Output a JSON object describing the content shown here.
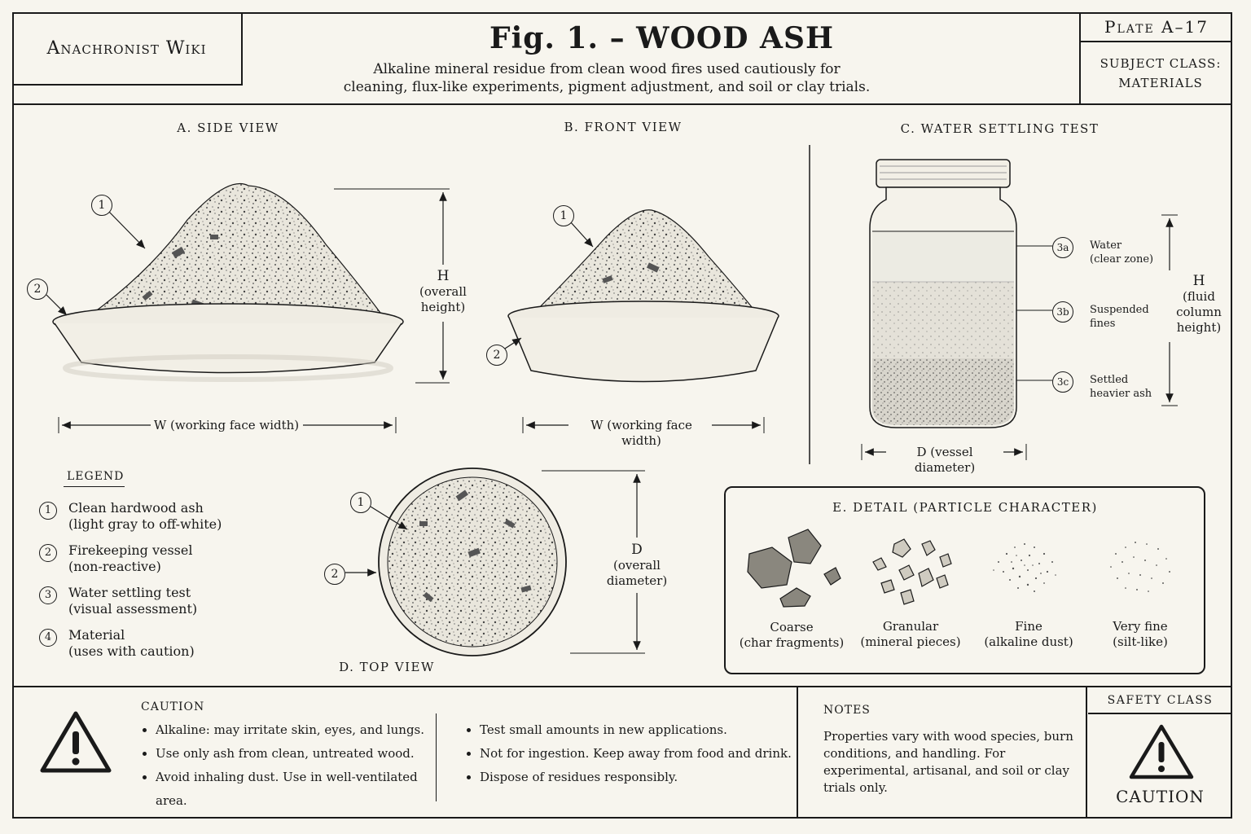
{
  "header": {
    "brand": "Anachronist Wiki",
    "title": "Fig. 1. – WOOD ASH",
    "subtitle_line1": "Alkaline mineral residue from clean wood fires used cautiously for",
    "subtitle_line2": "cleaning, flux-like experiments, pigment adjustment, and soil or clay trials.",
    "plate": "Plate A–17",
    "subject_line1": "SUBJECT CLASS:",
    "subject_line2": "MATERIALS"
  },
  "views": {
    "side": {
      "label": "A. SIDE VIEW",
      "callouts": [
        "1",
        "2"
      ],
      "dim_h": "H",
      "dim_h_note1": "(overall",
      "dim_h_note2": "height)",
      "dim_w": "W (working face width)"
    },
    "front": {
      "label": "B. FRONT VIEW",
      "callouts": [
        "1",
        "2"
      ],
      "dim_w": "W (working face width)"
    },
    "settling": {
      "label": "C. WATER SETTLING TEST",
      "callouts": [
        {
          "id": "3a",
          "line1": "Water",
          "line2": "(clear zone)"
        },
        {
          "id": "3b",
          "line1": "Suspended",
          "line2": "fines"
        },
        {
          "id": "3c",
          "line1": "Settled",
          "line2": "heavier ash"
        }
      ],
      "dim_h": "H",
      "dim_h_note1": "(fluid",
      "dim_h_note2": "column",
      "dim_h_note3": "height)",
      "dim_d": "D (vessel diameter)"
    },
    "top": {
      "label": "D. TOP VIEW",
      "callouts": [
        "1",
        "2"
      ],
      "dim_d": "D",
      "dim_d_note1": "(overall",
      "dim_d_note2": "diameter)"
    }
  },
  "legend": {
    "title": "LEGEND",
    "items": [
      {
        "num": "1",
        "line1": "Clean hardwood ash",
        "line2": "(light gray to off-white)"
      },
      {
        "num": "2",
        "line1": "Firekeeping vessel",
        "line2": "(non-reactive)"
      },
      {
        "num": "3",
        "line1": "Water settling test",
        "line2": "(visual assessment)"
      },
      {
        "num": "4",
        "line1": "Material",
        "line2": "(uses with caution)"
      }
    ]
  },
  "detail": {
    "title": "E. DETAIL (PARTICLE CHARACTER)",
    "items": [
      {
        "line1": "Coarse",
        "line2": "(char fragments)"
      },
      {
        "line1": "Granular",
        "line2": "(mineral pieces)"
      },
      {
        "line1": "Fine",
        "line2": "(alkaline dust)"
      },
      {
        "line1": "Very fine",
        "line2": "(silt-like)"
      }
    ]
  },
  "caution": {
    "title": "CAUTION",
    "left": [
      "Alkaline: may irritate skin, eyes, and lungs.",
      "Use only ash from clean, untreated wood.",
      "Avoid inhaling dust. Use in well-ventilated area."
    ],
    "right": [
      "Test small amounts in new applications.",
      "Not for ingestion. Keep away from food and drink.",
      "Dispose of residues responsibly."
    ]
  },
  "notes": {
    "title": "NOTES",
    "text": "Properties vary with wood species, burn conditions, and handling. For experimental, artisanal, and soil or clay trials only."
  },
  "safety": {
    "title": "SAFETY CLASS",
    "label": "CAUTION",
    "icon": "warning-triangle-icon"
  }
}
